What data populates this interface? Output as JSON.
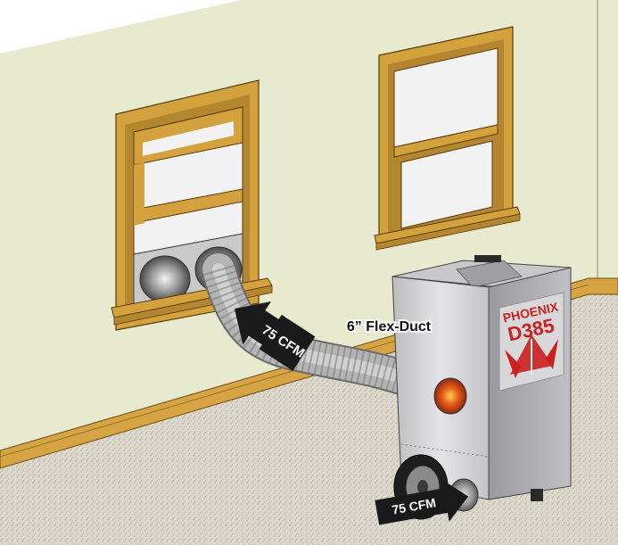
{
  "labels": {
    "flex_duct": "6” Flex-Duct",
    "cfm_upper": "75 CFM",
    "cfm_lower": "75 CFM"
  },
  "unit": {
    "brand": "PHOENIX",
    "model": "D385"
  },
  "colors": {
    "wall": "#e8ead0",
    "floor": "#dcd8cc",
    "trim": "#d4a23c",
    "glass": "#f2f2f2",
    "duct": "#a8a8a8",
    "unit_body": "#d4d4d6",
    "accent_red": "#cc1f1f",
    "arrow": "#1a1a1a"
  },
  "icons": {
    "flow_arrow_upper": "arrow-icon",
    "flow_arrow_lower": "arrow-icon",
    "logo": "phoenix-bird-logo"
  }
}
